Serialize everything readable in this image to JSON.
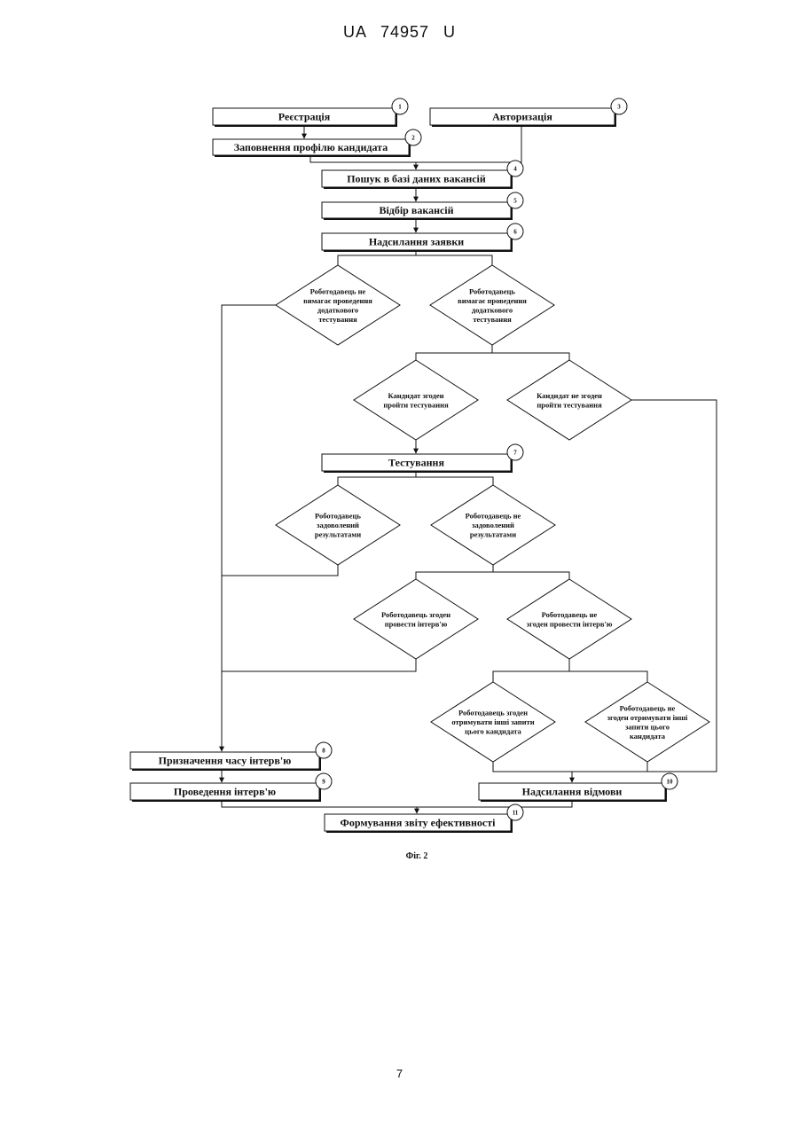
{
  "page": {
    "header": "UA 74957 U",
    "page_number": "7"
  },
  "figure": {
    "caption": "Фіг. 2",
    "boxes": [
      {
        "id": "registration",
        "label": "Реєстрація",
        "number": "1"
      },
      {
        "id": "authorization",
        "label": "Авторизація",
        "number": "3"
      },
      {
        "id": "profile",
        "label": "Заповнення профілю кандидата",
        "number": "2"
      },
      {
        "id": "search",
        "label": "Пошук в базі даних вакансій",
        "number": "4"
      },
      {
        "id": "selection",
        "label": "Відбір вакансій",
        "number": "5"
      },
      {
        "id": "send-application",
        "label": "Надсилання заявки",
        "number": "6"
      },
      {
        "id": "testing",
        "label": "Тестування",
        "number": "7"
      },
      {
        "id": "schedule-interview",
        "label": "Призначення часу інтерв'ю",
        "number": "8"
      },
      {
        "id": "conduct-interview",
        "label": "Проведення інтерв'ю",
        "number": "9"
      },
      {
        "id": "send-refusal",
        "label": "Надсилання відмови",
        "number": "10"
      },
      {
        "id": "efficiency-report",
        "label": "Формування звіту ефективності",
        "number": "11"
      }
    ],
    "decisions": [
      {
        "id": "no-extra-test",
        "lines": [
          "Роботодавець не",
          "вимагає проведення",
          "додаткового",
          "тестування"
        ]
      },
      {
        "id": "extra-test",
        "lines": [
          "Роботодавець",
          "вимагає проведення",
          "додаткового",
          "тестування"
        ]
      },
      {
        "id": "candidate-agrees",
        "lines": [
          "Кандидат згоден",
          "пройти тестування"
        ]
      },
      {
        "id": "candidate-disagrees",
        "lines": [
          "Кандидат не згоден",
          "пройти тестування"
        ]
      },
      {
        "id": "satisfied",
        "lines": [
          "Роботодавець",
          "задоволений",
          "результатами"
        ]
      },
      {
        "id": "not-satisfied",
        "lines": [
          "Роботодавець не",
          "задоволений",
          "результатами"
        ]
      },
      {
        "id": "agrees-interview",
        "lines": [
          "Роботодавець згоден",
          "провести інтерв'ю"
        ]
      },
      {
        "id": "disagrees-interview",
        "lines": [
          "Роботодавець не",
          "згоден провести інтерв'ю"
        ]
      },
      {
        "id": "agrees-requests",
        "lines": [
          "Роботодавець згоден",
          "отримувати інші запити",
          "цього кандидата"
        ]
      },
      {
        "id": "disagrees-requests",
        "lines": [
          "Роботодавець не",
          "згоден отримувати інші",
          "запити цього",
          "кандидата"
        ]
      }
    ]
  }
}
